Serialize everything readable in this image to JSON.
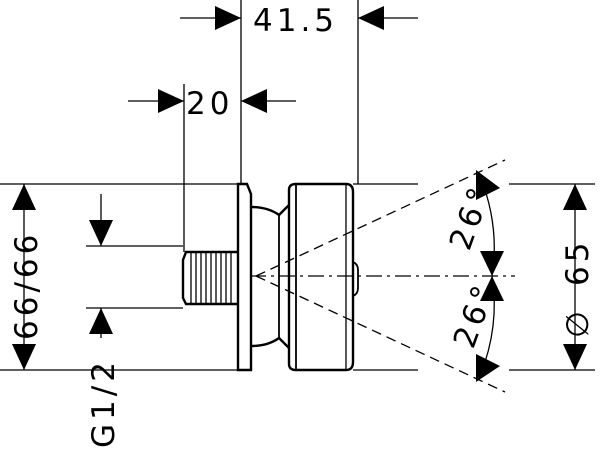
{
  "drawing": {
    "dimensions": {
      "total_depth": "41.5",
      "thread_length": "20",
      "height_left": "66/66",
      "thread_size": "G1/2",
      "diameter_symbol": "∅",
      "diameter_value": "65",
      "angle_top": "26°",
      "angle_bottom": "26°"
    }
  }
}
